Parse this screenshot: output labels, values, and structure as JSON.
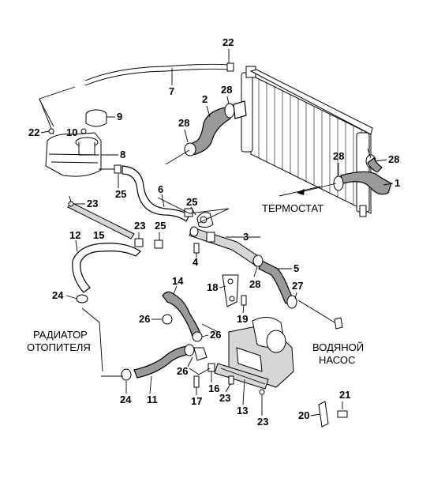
{
  "diagram": {
    "type": "exploded-parts-diagram",
    "callouts": [
      "1",
      "2",
      "3",
      "4",
      "5",
      "6",
      "7",
      "8",
      "9",
      "10",
      "11",
      "12",
      "13",
      "14",
      "15",
      "16",
      "17",
      "18",
      "19",
      "20",
      "21",
      "22",
      "22",
      "23",
      "23",
      "23",
      "23",
      "24",
      "24",
      "25",
      "25",
      "25",
      "26",
      "26",
      "26",
      "27",
      "28",
      "28",
      "28",
      "28",
      "28"
    ],
    "labels": {
      "thermostat": "ТЕРМОСТАТ",
      "water_pump_1": "ВОДЯНОЙ",
      "water_pump_2": "НАСОС",
      "heater_radiator_1": "РАДИАТОР",
      "heater_radiator_2": "ОТОПИТЕЛЯ"
    }
  }
}
